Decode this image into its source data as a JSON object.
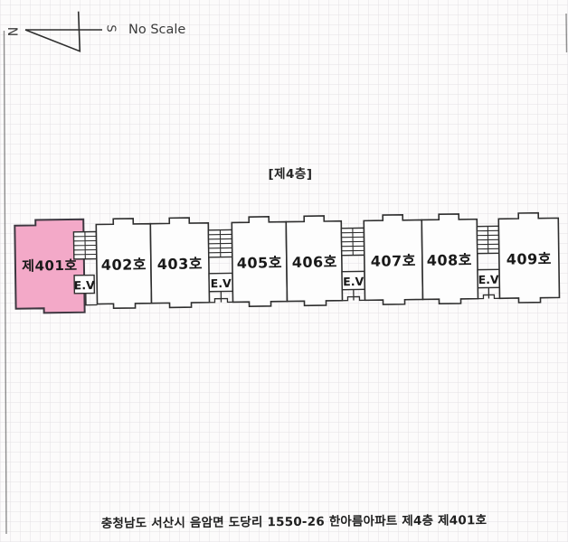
{
  "compass": {
    "north_label": "N",
    "south_label": "S",
    "scale_note": "No Scale"
  },
  "floor_title": "[제4층]",
  "plan": {
    "highlight_color": "#f3a9c8",
    "line_color": "#2e2e2e",
    "units": [
      {
        "label": "제401호",
        "highlighted": true
      },
      {
        "label": "402호",
        "highlighted": false
      },
      {
        "label": "403호",
        "highlighted": false
      },
      {
        "label": "405호",
        "highlighted": false
      },
      {
        "label": "406호",
        "highlighted": false
      },
      {
        "label": "407호",
        "highlighted": false
      },
      {
        "label": "408호",
        "highlighted": false
      },
      {
        "label": "409호",
        "highlighted": false
      }
    ],
    "cores": [
      {
        "label": "E.V"
      },
      {
        "label": "E.V"
      },
      {
        "label": "E.V"
      },
      {
        "label": "E.V"
      }
    ]
  },
  "address": "충청남도 서산시 음암면 도당리 1550-26 한아름아파트 제4층 제401호"
}
